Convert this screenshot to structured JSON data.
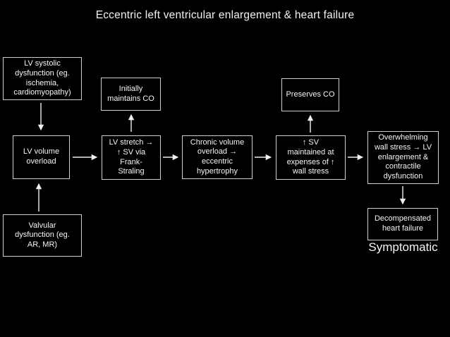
{
  "page": {
    "title": "Eccentric left ventricular enlargement & heart failure",
    "background_color": "#000000",
    "box_border_color": "#cfcfcf",
    "text_color": "#f5f5f5"
  },
  "flowchart": {
    "nodes": {
      "lv_systolic": {
        "label": "LV systolic\ndysfunction (eg.\nischemia,\ncardiomyopathy)"
      },
      "initially_co": {
        "label": "Initially\nmaintains CO"
      },
      "lv_volume": {
        "label": "LV volume\noverload"
      },
      "lv_stretch": {
        "label": "LV stretch →\n↑ SV via\nFrank-\nStraling"
      },
      "chronic_volume": {
        "label": "Chronic volume\noverload →\neccentric\nhypertrophy"
      },
      "sv_maintained": {
        "label": "↑ SV\nmaintained at\nexpenses of ↑\nwall stress"
      },
      "preserves_co": {
        "label": "Preserves CO"
      },
      "overwhelming": {
        "label": "Overwhelming\nwall stress → LV\nenlargement &\ncontractile\ndysfunction"
      },
      "decompensated": {
        "label": "Decompensated\nheart failure"
      },
      "valvular": {
        "label": "Valvular\ndysfunction (eg.\nAR, MR)"
      }
    },
    "edges": [
      {
        "from": "lv_systolic",
        "to": "lv_volume"
      },
      {
        "from": "valvular",
        "to": "lv_volume"
      },
      {
        "from": "lv_volume",
        "to": "lv_stretch"
      },
      {
        "from": "lv_stretch",
        "to": "initially_co"
      },
      {
        "from": "lv_stretch",
        "to": "chronic_volume"
      },
      {
        "from": "chronic_volume",
        "to": "sv_maintained"
      },
      {
        "from": "sv_maintained",
        "to": "preserves_co"
      },
      {
        "from": "sv_maintained",
        "to": "overwhelming"
      },
      {
        "from": "overwhelming",
        "to": "decompensated"
      }
    ],
    "annotations": {
      "symptomatic": "Symptomatic"
    }
  }
}
